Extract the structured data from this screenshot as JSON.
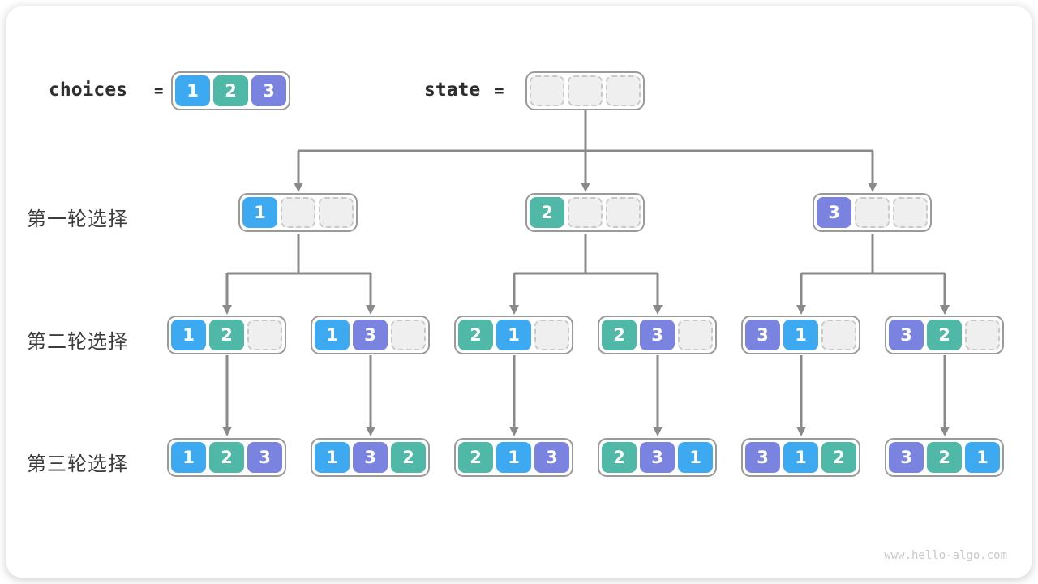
{
  "watermark": "www.hello-algo.com",
  "colors": {
    "value1": "#3da9f1",
    "value2": "#4fb8a7",
    "value3": "#7a83e0",
    "empty_fill": "#efefef",
    "empty_border": "#c9c9c9",
    "container_border": "#9a9a9a",
    "arrow": "#8a8a8a",
    "label_text": "#3c3c3c",
    "code_text": "#2e2e2e",
    "watermark_text": "#c9c9c9"
  },
  "legend": {
    "choices_label": "choices",
    "equals_sign": "=",
    "choices_values": [
      1,
      2,
      3
    ],
    "state_label": "state",
    "state_values": [
      null,
      null,
      null
    ]
  },
  "rows": [
    {
      "label": "第一轮选择",
      "nodes": [
        [
          1,
          null,
          null
        ],
        [
          2,
          null,
          null
        ],
        [
          3,
          null,
          null
        ]
      ]
    },
    {
      "label": "第二轮选择",
      "nodes": [
        [
          1,
          2,
          null
        ],
        [
          1,
          3,
          null
        ],
        [
          2,
          1,
          null
        ],
        [
          2,
          3,
          null
        ],
        [
          3,
          1,
          null
        ],
        [
          3,
          2,
          null
        ]
      ]
    },
    {
      "label": "第三轮选择",
      "nodes": [
        [
          1,
          2,
          3
        ],
        [
          1,
          3,
          2
        ],
        [
          2,
          1,
          3
        ],
        [
          2,
          3,
          1
        ],
        [
          3,
          1,
          2
        ],
        [
          3,
          2,
          1
        ]
      ]
    }
  ]
}
